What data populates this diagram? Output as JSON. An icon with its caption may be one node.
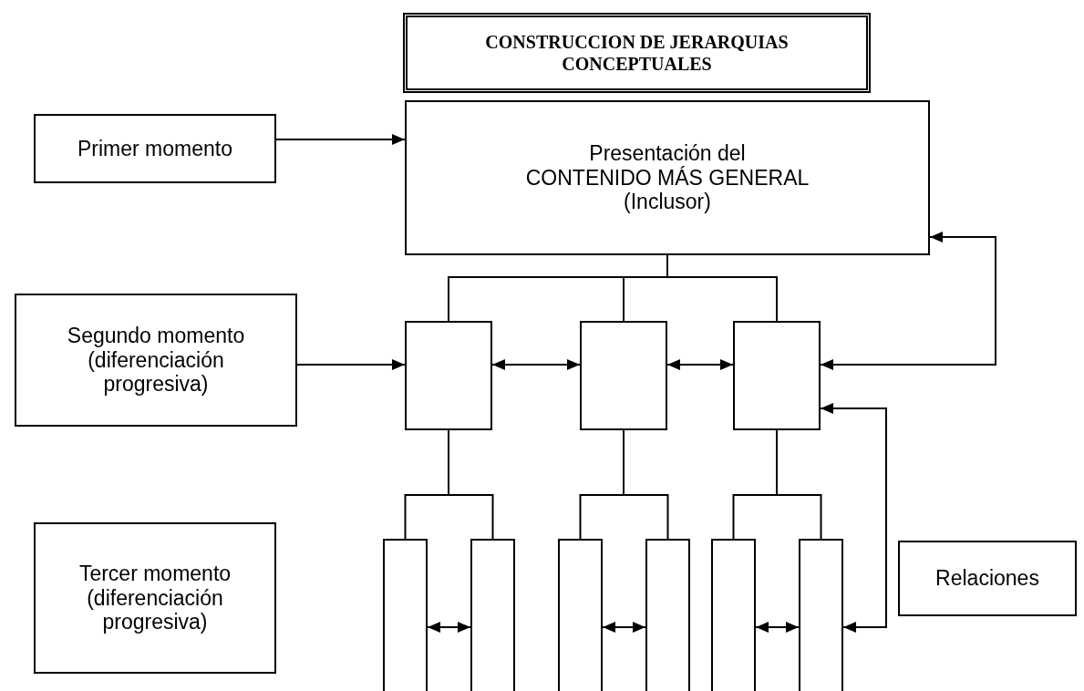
{
  "diagram": {
    "nodes": [
      {
        "text": [
          "CONSTRUCCION DE JERARQUIAS CONCEPTUALES"
        ]
      },
      {
        "text": [
          "Primer momento"
        ]
      },
      {
        "text": [
          "Presentación del CONTENIDO MÁS GENERAL (Inclusor)"
        ]
      },
      {
        "text": [
          "Segundo momento (diferenciación progresiva)"
        ]
      },
      {
        "text": [],
        "shape": "box"
      },
      {
        "text": [],
        "shape": "box"
      },
      {
        "text": [],
        "shape": "box"
      },
      {
        "text": [
          "Tercer momento (diferenciación progresiva)"
        ]
      },
      {
        "text": [],
        "shape": "box"
      },
      {
        "text": [],
        "shape": "box"
      },
      {
        "text": [],
        "shape": "box"
      },
      {
        "text": [],
        "shape": "box"
      },
      {
        "text": [],
        "shape": "box"
      },
      {
        "text": [],
        "shape": "box"
      },
      {
        "text": [
          "Relaciones"
        ]
      }
    ],
    "edges": [
      {
        "from": 1,
        "to": 2,
        "arrow": "to"
      },
      {
        "from": 2,
        "to": 4,
        "arrow": "none"
      },
      {
        "from": 2,
        "to": 5,
        "arrow": "none"
      },
      {
        "from": 2,
        "to": 6,
        "arrow": "none"
      },
      {
        "from": 3,
        "to": 4,
        "arrow": "to"
      },
      {
        "from": 4,
        "to": 5,
        "arrow": "both"
      },
      {
        "from": 5,
        "to": 6,
        "arrow": "both"
      },
      {
        "from": 6,
        "to": 2,
        "arrow": "both"
      },
      {
        "from": 4,
        "to": 8,
        "arrow": "none"
      },
      {
        "from": 4,
        "to": 9,
        "arrow": "none"
      },
      {
        "from": 5,
        "to": 10,
        "arrow": "none"
      },
      {
        "from": 5,
        "to": 11,
        "arrow": "none"
      },
      {
        "from": 6,
        "to": 12,
        "arrow": "none"
      },
      {
        "from": 6,
        "to": 13,
        "arrow": "none"
      },
      {
        "from": 8,
        "to": 9,
        "arrow": "both"
      },
      {
        "from": 10,
        "to": 11,
        "arrow": "both"
      },
      {
        "from": 12,
        "to": 13,
        "arrow": "both"
      },
      {
        "from": 13,
        "to": 6,
        "arrow": "both"
      }
    ]
  }
}
